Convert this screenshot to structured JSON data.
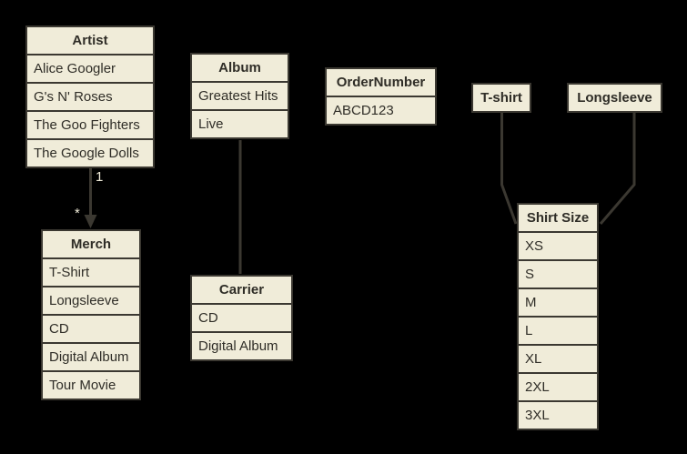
{
  "diagram": {
    "background": "#000000",
    "box_fill": "#f0ecd9",
    "box_border": "#3b3831",
    "text_color": "#2f2d27",
    "connector_color": "#3b3831",
    "edge_label_color": "#f0ecd9"
  },
  "entities": {
    "artist": {
      "title": "Artist",
      "rows": [
        "Alice Googler",
        "G's N' Roses",
        "The Goo Fighters",
        "The Google Dolls"
      ]
    },
    "album": {
      "title": "Album",
      "rows": [
        "Greatest Hits",
        "Live"
      ]
    },
    "order_number": {
      "title": "OrderNumber",
      "rows": [
        "ABCD123"
      ]
    },
    "tshirt": {
      "title": "T-shirt",
      "rows": []
    },
    "longsleeve": {
      "title": "Longsleeve",
      "rows": []
    },
    "merch": {
      "title": "Merch",
      "rows": [
        "T-Shirt",
        "Longsleeve",
        "CD",
        "Digital Album",
        "Tour Movie"
      ]
    },
    "carrier": {
      "title": "Carrier",
      "rows": [
        "CD",
        "Digital Album"
      ]
    },
    "shirt_size": {
      "title": "Shirt Size",
      "rows": [
        "XS",
        "S",
        "M",
        "L",
        "XL",
        "2XL",
        "3XL"
      ]
    }
  },
  "edges": {
    "artist_to_merch": {
      "source_label": "1",
      "target_label": "*"
    },
    "album_to_carrier": {},
    "tshirt_to_shirt_size": {},
    "longsleeve_to_shirt_size": {}
  }
}
